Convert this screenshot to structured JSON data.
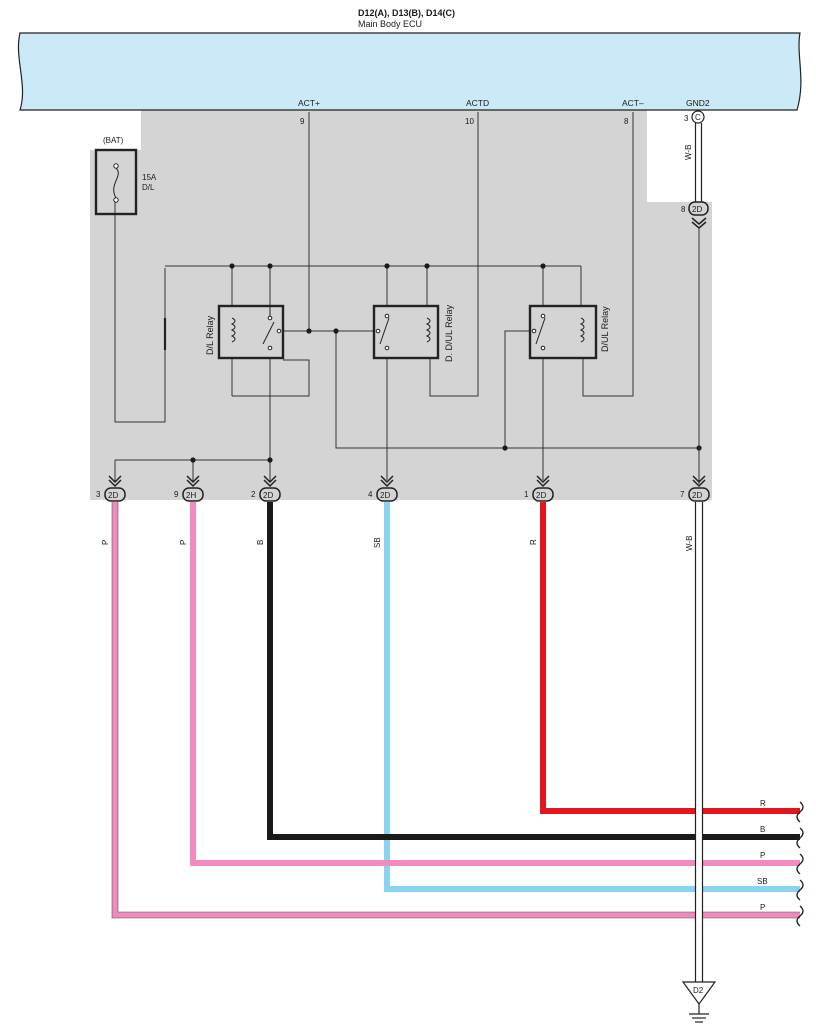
{
  "ecu": {
    "connectors": "D12(A), D13(B), D14(C)",
    "name": "Main Body ECU",
    "terminals": {
      "act_plus": {
        "name": "ACT+",
        "pin": "9"
      },
      "actd": {
        "name": "ACTD",
        "pin": "10"
      },
      "act_minus": {
        "name": "ACT–",
        "pin": "8"
      },
      "gnd2": {
        "name": "GND2",
        "pin": "3",
        "connector": "C"
      }
    }
  },
  "fuse": {
    "source": "(BAT)",
    "rating": "15A",
    "name": "D/L"
  },
  "relays": {
    "dl": "D/L Relay",
    "ddul": "D. D/UL Relay",
    "dul": "D/UL Relay"
  },
  "junction_top": {
    "pin": "8",
    "code": "2D"
  },
  "bottom_connectors": [
    {
      "pin": "3",
      "code": "2D",
      "wire": "P"
    },
    {
      "pin": "9",
      "code": "2H",
      "wire": "P"
    },
    {
      "pin": "2",
      "code": "2D",
      "wire": "B"
    },
    {
      "pin": "4",
      "code": "2D",
      "wire": "SB"
    },
    {
      "pin": "1",
      "code": "2D",
      "wire": "R"
    },
    {
      "pin": "7",
      "code": "2D",
      "wire": "W-B"
    }
  ],
  "wires_right": [
    "R",
    "B",
    "P",
    "SB",
    "P"
  ],
  "gnd_wire": "W-B",
  "ground": "D2",
  "colors": {
    "ecu_fill": "#cbe9f7",
    "jb_fill": "#d4d4d4",
    "pink": "#f08bbd",
    "black": "#1a1a1a",
    "sky": "#8ad3f1",
    "red": "#e3161d"
  }
}
